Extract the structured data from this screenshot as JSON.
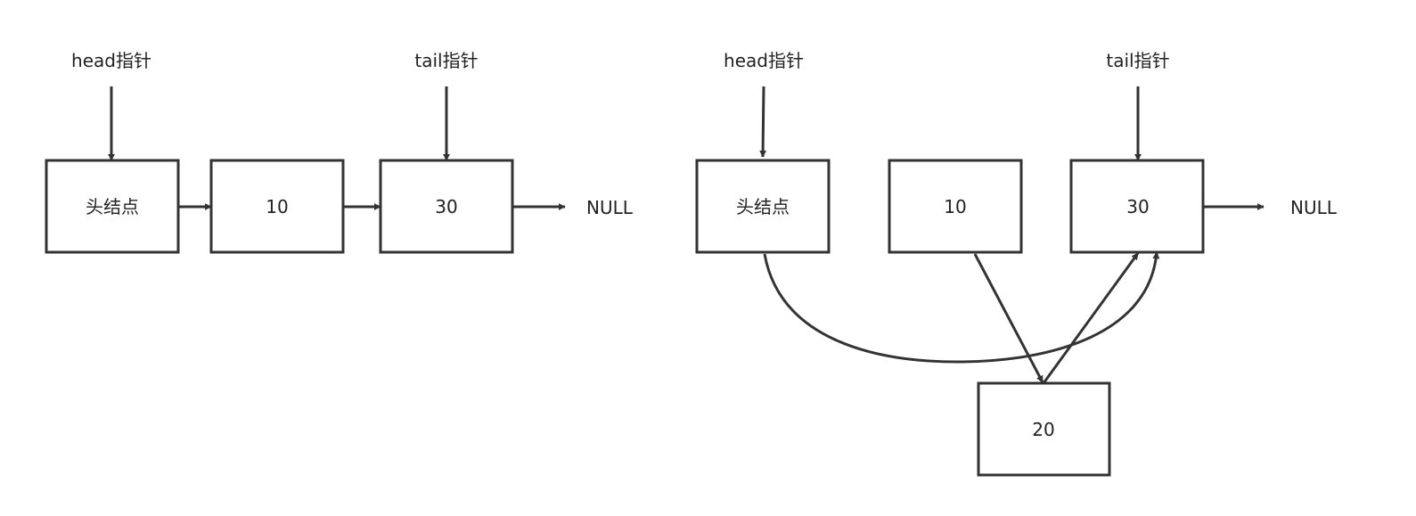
{
  "colors": {
    "stroke": "#333333",
    "text": "#222222",
    "background": "#ffffff"
  },
  "left_list": {
    "pointers": {
      "head": "head指针",
      "tail": "tail指针"
    },
    "nodes": {
      "header": "头结点",
      "n10": "10",
      "n30": "30"
    },
    "null_label": "NULL"
  },
  "right_list": {
    "pointers": {
      "head": "head指针",
      "tail": "tail指针"
    },
    "nodes": {
      "header": "头结点",
      "n10": "10",
      "n30": "30",
      "n20": "20"
    },
    "null_label": "NULL"
  }
}
